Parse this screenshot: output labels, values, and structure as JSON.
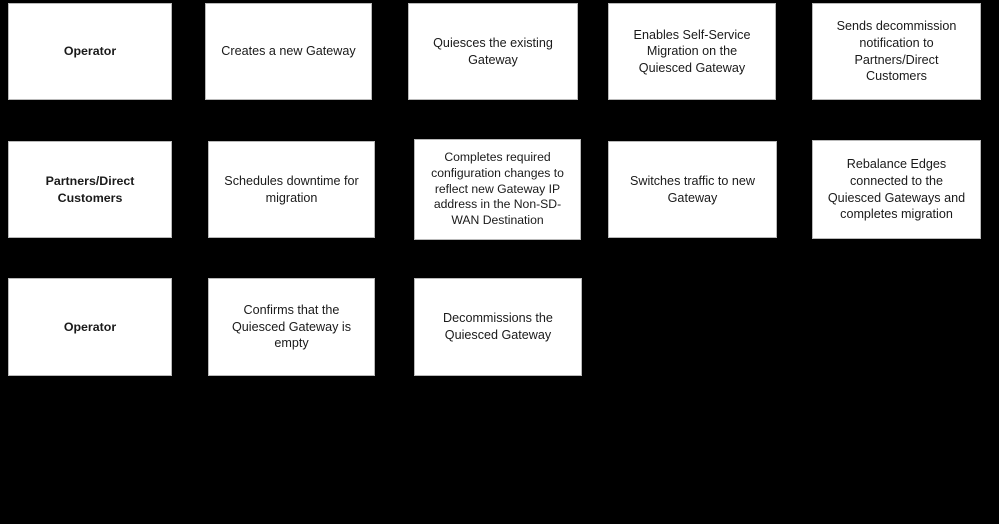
{
  "canvas": {
    "background_color": "#000000",
    "node_fill_color": "#ffffff",
    "node_border_color": "#b9b9b9",
    "node_text_color": "#1a1a1a"
  },
  "lanes": [
    {
      "id": "lane-operator-1",
      "actor": "Operator",
      "steps": [
        "Creates a new Gateway",
        "Quiesces the existing\nGateway",
        "Enables Self-Service\nMigration on the\nQuiesced Gateway",
        "Sends decommission\nnotification to\nPartners/Direct\nCustomers"
      ]
    },
    {
      "id": "lane-partners-direct-customers",
      "actor": "Partners/Direct\nCustomers",
      "steps": [
        "Schedules downtime for\nmigration",
        "Completes required\nconfiguration changes to\nreflect new Gateway IP\naddress in the Non-SD-\nWAN Destination",
        "Switches traffic to new\nGateway",
        "Rebalance Edges\nconnected to the\nQuiesced Gateways and\ncompletes migration"
      ]
    },
    {
      "id": "lane-operator-2",
      "actor": "Operator",
      "steps": [
        "Confirms that the\nQuiesced Gateway is\nempty",
        "Decommissions the\nQuiesced Gateway"
      ]
    }
  ]
}
